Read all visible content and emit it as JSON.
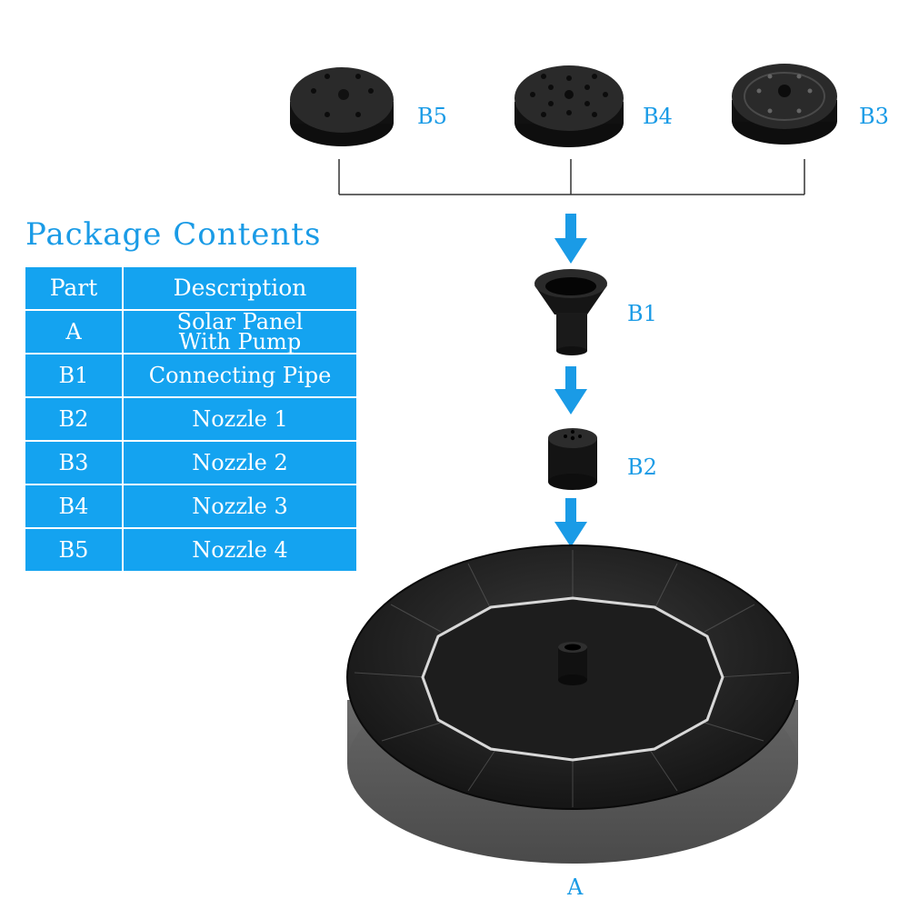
{
  "heading": "Package Contents",
  "table": {
    "headers": [
      "Part",
      "Description"
    ],
    "rows": [
      {
        "part": "A",
        "description_lines": [
          "Solar Panel",
          "With Pump"
        ]
      },
      {
        "part": "B1",
        "description_lines": [
          "Connecting Pipe"
        ]
      },
      {
        "part": "B2",
        "description_lines": [
          "Nozzle 1"
        ]
      },
      {
        "part": "B3",
        "description_lines": [
          "Nozzle 2"
        ]
      },
      {
        "part": "B4",
        "description_lines": [
          "Nozzle 3"
        ]
      },
      {
        "part": "B5",
        "description_lines": [
          "Nozzle 4"
        ]
      }
    ]
  },
  "labels": {
    "b5": "B5",
    "b4": "B4",
    "b3": "B3",
    "b1": "B1",
    "b2": "B2",
    "a": "A"
  },
  "colors": {
    "accent": "#14a3f0",
    "part_dark": "#1c1c1c"
  }
}
